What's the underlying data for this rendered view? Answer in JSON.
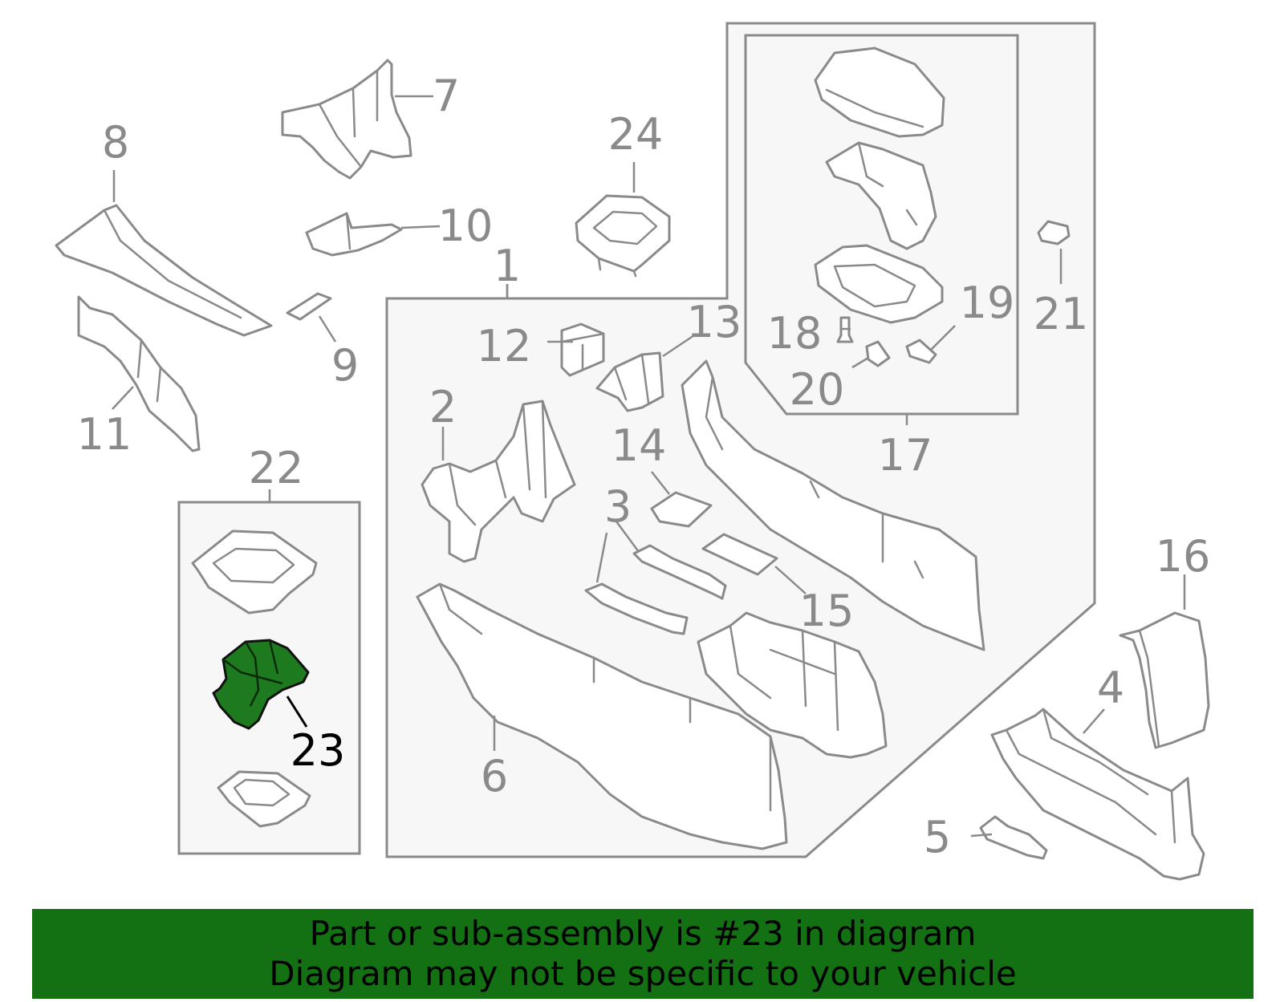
{
  "diagram": {
    "callouts": {
      "c1": "1",
      "c2": "2",
      "c3": "3",
      "c4": "4",
      "c5": "5",
      "c6": "6",
      "c7": "7",
      "c8": "8",
      "c9": "9",
      "c10": "10",
      "c11": "11",
      "c12": "12",
      "c13": "13",
      "c14": "14",
      "c15": "15",
      "c16": "16",
      "c17": "17",
      "c18": "18",
      "c19": "19",
      "c20": "20",
      "c21": "21",
      "c22": "22",
      "c23": "23",
      "c24": "24"
    },
    "highlighted_part": "23",
    "colors": {
      "line": "#8a8a8a",
      "highlight_fill": "#1e7a1e",
      "banner_bg": "#137113",
      "banner_text": "#000000"
    }
  },
  "banner": {
    "line1": "Part or sub-assembly is #23 in diagram",
    "line2": "Diagram may not be specific to your vehicle"
  }
}
